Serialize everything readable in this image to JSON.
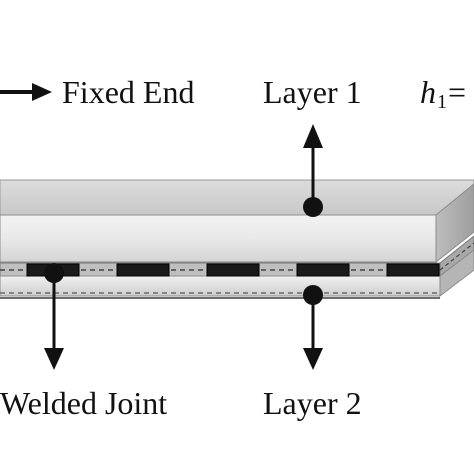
{
  "labels": {
    "fixed_end": "Fixed End",
    "layer_1": "Layer 1",
    "layer_2": "Layer 2",
    "welded_joint": "Welded Joint",
    "thickness_symbol": "h",
    "thickness_subscript": "1",
    "thickness_equals": "="
  },
  "colors": {
    "ink": "#111111",
    "layer_face": "#cfcfcf",
    "layer_top": "#e6e6e6",
    "joint": "#1a1a1a"
  },
  "welded_joints_visible": 5
}
